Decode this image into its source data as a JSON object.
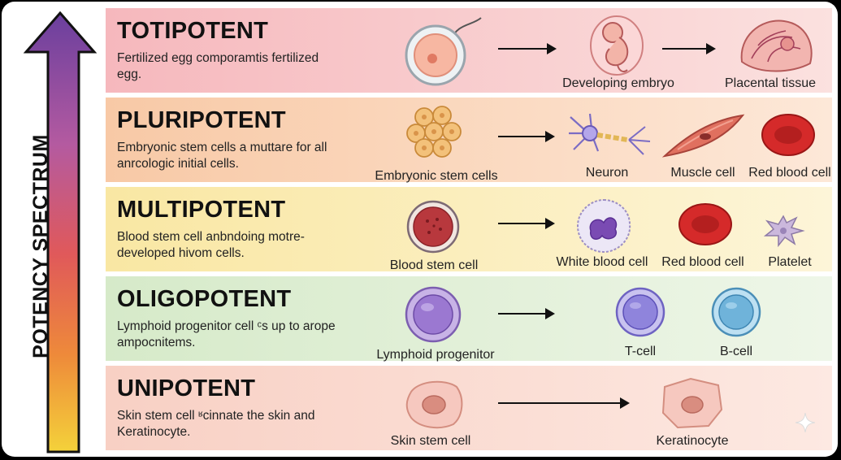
{
  "spectrum": {
    "label": "POTENCY SPECTRUM",
    "gradient": [
      "#6a3f9e",
      "#b45aa0",
      "#e0595a",
      "#ee8a3a",
      "#f4d23a"
    ]
  },
  "rows": [
    {
      "title": "TOTIPOTENT",
      "description": "Fertilized egg comporamtis fertilized egg.",
      "bg": [
        "#f6b8bd",
        "#fbe1df"
      ],
      "source_label": "",
      "targets": [
        "Developing embryo",
        "Placental tissue"
      ]
    },
    {
      "title": "PLURIPOTENT",
      "description": "Embryonic stem cells a muttare for all anrcologic initial cells.",
      "bg": [
        "#f8c9a6",
        "#fde8d8"
      ],
      "source_label": "Embryonic stem cells",
      "targets": [
        "Neuron",
        "Muscle cell",
        "Red blood cell"
      ]
    },
    {
      "title": "MULTIPOTENT",
      "description": "Blood stem cell anbndoing motre- developed hivom cells.",
      "bg": [
        "#f9e7a3",
        "#fdf5d8"
      ],
      "source_label": "Blood stem cell",
      "targets": [
        "White blood cell",
        "Red blood cell",
        "Platelet"
      ]
    },
    {
      "title": "OLIGOPOTENT",
      "description": "Lymphoid progenitor cell ᶜs up to arope ampocnitems.",
      "bg": [
        "#d6eac9",
        "#eef6e8"
      ],
      "source_label": "Lymphoid progenitor",
      "targets": [
        "T-cell",
        "B-cell"
      ]
    },
    {
      "title": "UNIPOTENT",
      "description": "Skin stem cell ʶcinnate the skin and Keratinocyte.",
      "bg": [
        "#f8d0c4",
        "#fde9e2"
      ],
      "source_label": "Skin stem cell",
      "targets": [
        "Keratinocyte"
      ]
    }
  ],
  "icons": [
    "fertilized-egg-icon",
    "embryo-icon",
    "placenta-icon",
    "stem-cell-cluster-icon",
    "neuron-icon",
    "muscle-cell-icon",
    "red-blood-cell-icon",
    "blood-stem-cell-icon",
    "white-blood-cell-icon",
    "platelet-icon",
    "lymphoid-progenitor-icon",
    "t-cell-icon",
    "b-cell-icon",
    "skin-stem-cell-icon",
    "keratinocyte-icon",
    "sparkle-icon"
  ]
}
